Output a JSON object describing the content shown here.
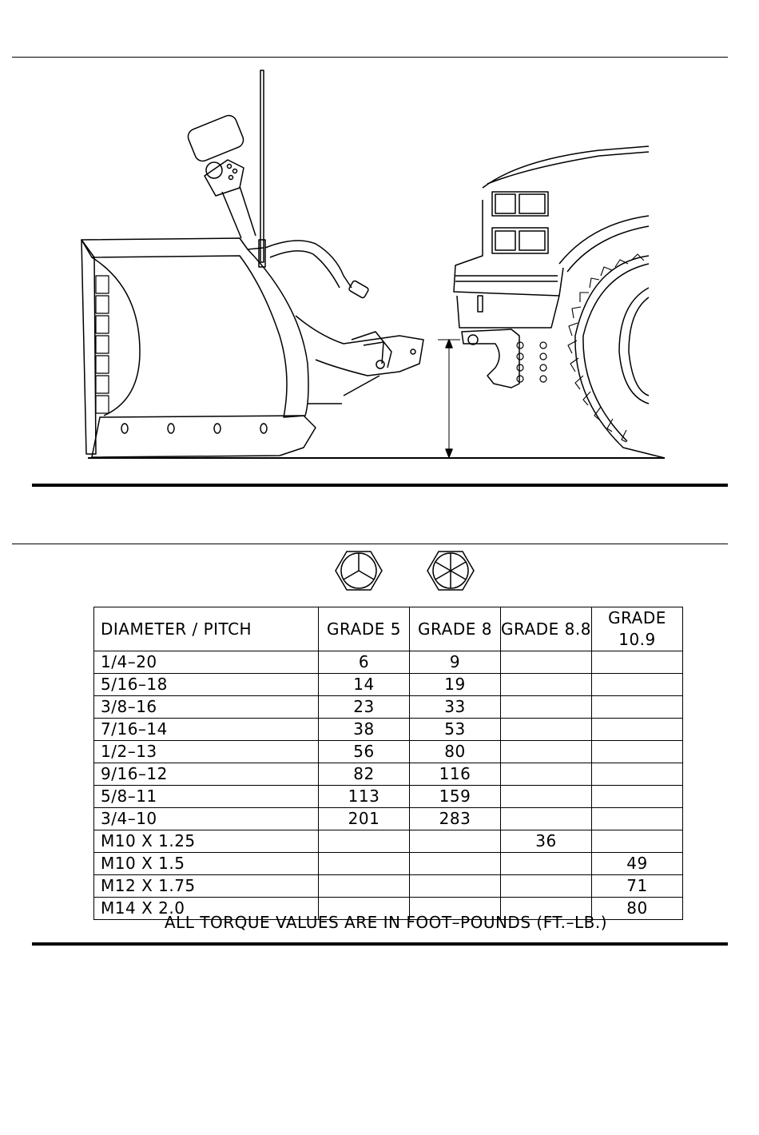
{
  "table": {
    "headers": [
      "DIAMETER / PITCH",
      "GRADE 5",
      "GRADE 8",
      "GRADE 8.8",
      "GRADE 10.9"
    ],
    "rows": [
      [
        "1/4–20",
        "6",
        "9",
        "",
        ""
      ],
      [
        "5/16–18",
        "14",
        "19",
        "",
        ""
      ],
      [
        "3/8–16",
        "23",
        "33",
        "",
        ""
      ],
      [
        "7/16–14",
        "38",
        "53",
        "",
        ""
      ],
      [
        "1/2–13",
        "56",
        "80",
        "",
        ""
      ],
      [
        "9/16–12",
        "82",
        "116",
        "",
        ""
      ],
      [
        "5/8–11",
        "113",
        "159",
        "",
        ""
      ],
      [
        "3/4–10",
        "201",
        "283",
        "",
        ""
      ],
      [
        "M10 X 1.25",
        "",
        "",
        "36",
        ""
      ],
      [
        "M10 X 1.5",
        "",
        "",
        "",
        "49"
      ],
      [
        "M12 X 1.75",
        "",
        "",
        "",
        "71"
      ],
      [
        "M14 X 2.0",
        "",
        "",
        "",
        "80"
      ]
    ]
  },
  "footnote": "ALL TORQUE VALUES ARE IN FOOT–POUNDS (FT.–LB.)",
  "icons": {
    "grade5": "grade-5-bolt-head-icon",
    "grade8": "grade-8-bolt-head-icon"
  }
}
